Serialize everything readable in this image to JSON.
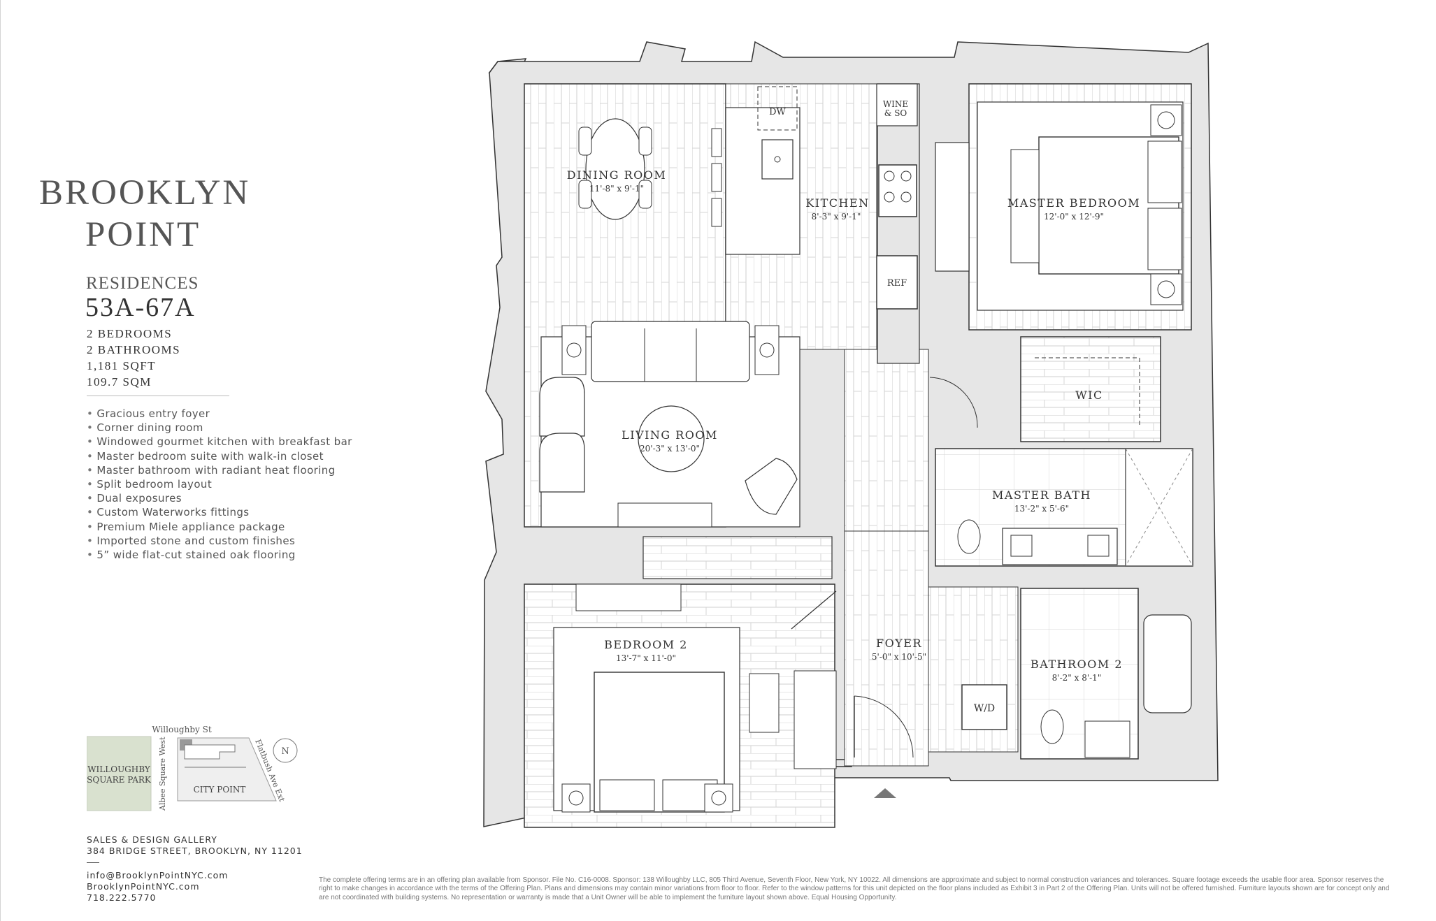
{
  "brand": {
    "line1": "BROOKLYN",
    "line2": "POINT"
  },
  "residence": {
    "title": "RESIDENCES",
    "number": "53A-67A",
    "specs": [
      "2 BEDROOMS",
      "2 BATHROOMS",
      "1,181 SQFT",
      "109.7 SQM"
    ]
  },
  "features": [
    "Gracious entry foyer",
    "Corner dining room",
    "Windowed gourmet kitchen with breakfast bar",
    "Master bedroom suite with walk-in closet",
    "Master bathroom with radiant heat flooring",
    "Split bedroom layout",
    "Dual exposures",
    "Custom Waterworks fittings",
    "Premium Miele appliance package",
    "Imported stone and custom finishes",
    "5” wide flat-cut stained oak flooring"
  ],
  "keymap": {
    "park": [
      "WILLOUGHBY",
      "SQUARE PARK"
    ],
    "street_top": "Willoughby St",
    "street_left": "Albee Square West",
    "street_right": "Flatbush Ave Ext",
    "building": "CITY POINT",
    "north": "N"
  },
  "sales": {
    "line1": "SALES & DESIGN GALLERY",
    "line2": "384 BRIDGE STREET, BROOKLYN, NY 11201"
  },
  "contact": {
    "email": "info@BrooklynPointNYC.com",
    "web": "BrooklynPointNYC.com",
    "phone": "718.222.5770"
  },
  "disclaimer": "The complete offering terms are in an offering plan available from Sponsor. File No. C16-0008. Sponsor: 138 Willoughby LLC, 805 Third Avenue, Seventh Floor, New York, NY 10022. All dimensions are approximate and subject to normal construction variances and tolerances. Square footage exceeds the usable floor area. Sponsor reserves the right to make changes in accordance with the terms of the Offering Plan. Plans and dimensions may contain minor variations from floor to floor. Refer to the window patterns for this unit depicted on the floor plans included as Exhibit 3 in Part 2 of the Offering Plan. Units will not be offered furnished. Furniture layouts shown are for concept only and are not coordinated with building systems. No representation or warranty is made that a Unit Owner will be able to implement the furniture layout shown above. Equal Housing Opportunity.",
  "rooms": {
    "dining": {
      "name": "DINING ROOM",
      "dims": "11'-8\" x 9'-1\""
    },
    "kitchen": {
      "name": "KITCHEN",
      "dims": "8'-3\" x 9'-1\""
    },
    "master_bedroom": {
      "name": "MASTER BEDROOM",
      "dims": "12'-0\" x 12'-9\""
    },
    "living": {
      "name": "LIVING ROOM",
      "dims": "20'-3\" x 13'-0\""
    },
    "wic": {
      "name": "WIC"
    },
    "master_bath": {
      "name": "MASTER BATH",
      "dims": "13'-2\" x 5'-6\""
    },
    "bedroom2": {
      "name": "BEDROOM 2",
      "dims": "13'-7\" x 11'-0\""
    },
    "foyer": {
      "name": "FOYER",
      "dims": "5'-0\" x 10'-5\""
    },
    "bathroom2": {
      "name": "BATHROOM 2",
      "dims": "8'-2\" x 8'-1\""
    }
  },
  "fixtures": {
    "dw": "DW",
    "wine": [
      "WINE",
      "& SO"
    ],
    "ref": "REF",
    "wd": "W/D"
  }
}
